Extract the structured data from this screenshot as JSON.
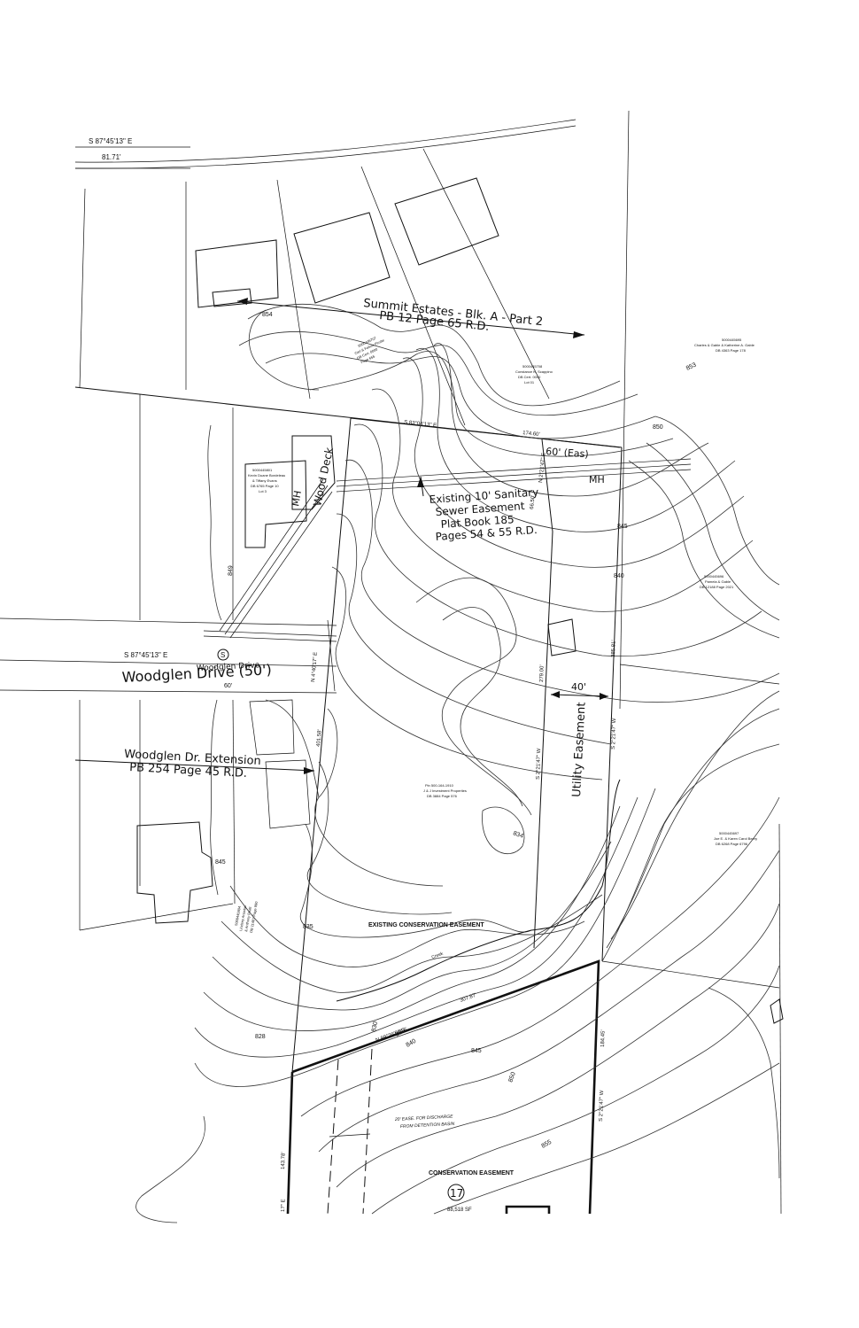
{
  "road_labels": {
    "woodglen_drive": "Woodglen Drive (50')",
    "woodglen_drive_small": "Woodglen Drive",
    "bearing_top": "S 87°45'13\" E",
    "distance_top": "81.71'",
    "bearing_road": "S 87°45'13\" E",
    "road_short": "60'",
    "sewer_marker": "S"
  },
  "subdivision": {
    "line1": "Summit Estates - Blk. A - Part 2",
    "line2": "PB 12 Page 65 R.D."
  },
  "extension": {
    "line1": "Woodglen Dr. Extension",
    "line2": "PB 254 Page 45 R.D."
  },
  "sanitary_easement": {
    "line1": "Existing 10' Sanitary",
    "line2": "Sewer Easement",
    "line3": "Plat Book 185",
    "line4": "Pages 54 & 55 R.D."
  },
  "labels": {
    "wood_deck": "Wood Deck",
    "mh_left": "MH",
    "mh_right": "MH",
    "easement_60": "60' (Eas)",
    "utility_easement": "Utility Easement",
    "width_40": "40'",
    "existing_conservation": "EXISTING CONSERVATION EASEMENT",
    "conservation": "CONSERVATION EASEMENT",
    "discharge_1": "20' EASE. FOR DISCHARGE",
    "discharge_2": "FROM DETENTION BASIN",
    "lot_number": "17",
    "lot_area": "88,518 SF",
    "creek": "Creek"
  },
  "bearings": {
    "north_line": "S 83°04'13\" E",
    "north_dist": "174.60'",
    "east_upper": "S 2°21'47\" W",
    "east_upper_dist": "385.81'",
    "mid_line": "S 2°21'47\" W",
    "mid_dist": "279.00'",
    "mid_top": "N 2°21'47\" E",
    "mid_top_dist": "66.50'",
    "west_line": "N 4°40'17\" E",
    "west_dist": "401.58'",
    "south_line": "N 89°26'58\" E",
    "south_dist": "307.87'",
    "east_lower": "S 2°21'47\" W",
    "east_lower_dist": "184.45'",
    "sw_dist": "143.78'",
    "sw_bearing": "17\" E"
  },
  "owners": {
    "o1": {
      "id": "5000445707",
      "name": "Carl & Felicia Pirotte",
      "deed": "DB Cert. 0000",
      "page": "Page 655"
    },
    "o2": {
      "id": "5000445708",
      "name": "Constance K. Scappino",
      "deed": "DB Cert. 0000",
      "page": "Lot 01"
    },
    "o3": {
      "id": "5000445695",
      "name": "Charles & Gable & Katherine A. Gable",
      "deed": "DB 4363 Page 178"
    },
    "o4": {
      "id": "5000445801",
      "name": "Kevin Duane Bordeleau",
      "name2": "& Tiffany Evans",
      "deed": "DB 6765 Page 10",
      "page": "Lot 3"
    },
    "o5": {
      "id": "5000445696",
      "name": "Pamela & Gable",
      "deed": "DB 12188 Page 2021"
    },
    "o6": {
      "id": "Pin 500-164-1910",
      "name": "J & J Investment Properties",
      "deed": "DB 3884 Page 576"
    },
    "o7": {
      "id": "5000445697",
      "name": "Joe E. & Karen Carol Beery",
      "deed": "DB 6268 Page 6796"
    },
    "o8": {
      "id": "5000445804",
      "name": "Lindsey Anastas",
      "name2": "& Anthony Pruitt",
      "deed": "DB 11487 Page 990"
    }
  },
  "elevations": {
    "e854a": "854",
    "e853": "853",
    "e850a": "850",
    "e849": "849",
    "e845a": "845",
    "e840a": "840",
    "e834": "834",
    "e845b": "845",
    "e835a": "835",
    "e828": "828",
    "e830": "830",
    "e835b": "835",
    "e840b": "840",
    "e845c": "845",
    "e850b": "850",
    "e855": "855"
  }
}
